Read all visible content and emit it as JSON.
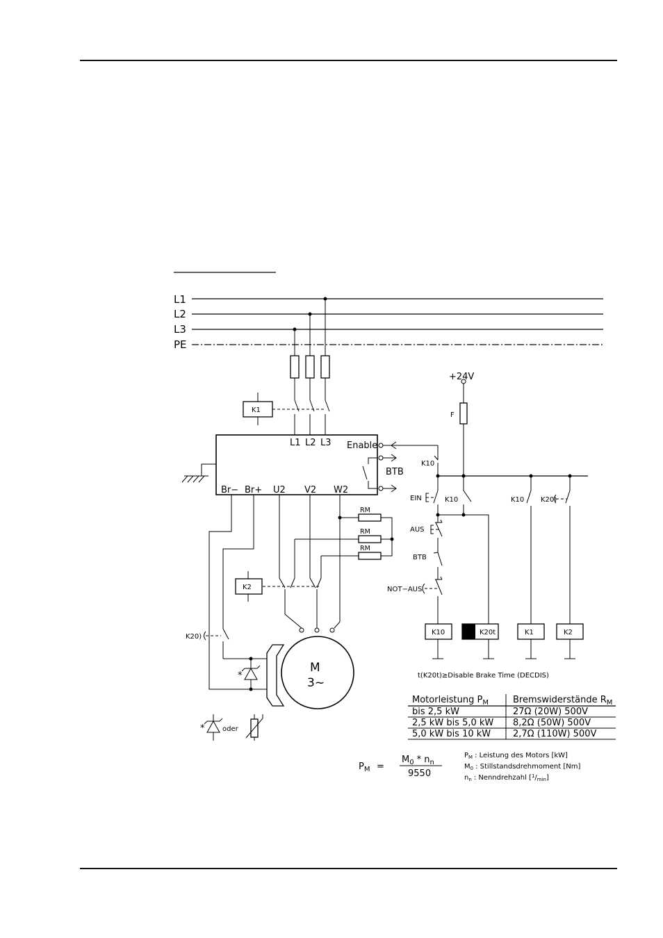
{
  "rails": {
    "l1": "L1",
    "l2": "L2",
    "l3": "L3",
    "pe": "PE"
  },
  "supply": {
    "voltage": "+24V",
    "fuse": "F"
  },
  "drive": {
    "l1": "L1",
    "l2": "L2",
    "l3": "L3",
    "enable": "Enable",
    "btb": "BTB",
    "br_minus": "Br−",
    "br_plus": "Br+",
    "u2": "U2",
    "v2": "V2",
    "w2": "W2"
  },
  "relays": {
    "k1": "K1",
    "k2": "K2",
    "k10": "K10",
    "k20t": "K20t",
    "k20": "K20)"
  },
  "resistors": {
    "rm1": "RM",
    "rm2": "RM",
    "rm3": "RM"
  },
  "control": {
    "k10_contact": "K10",
    "ein": "EIN",
    "k10_self": "K10",
    "aus": "AUS",
    "btb": "BTB",
    "not_aus": "NOT−AUS",
    "k10_right": "K10",
    "k20_right": "K20)",
    "k20_left": "K20)"
  },
  "motor": {
    "m": "M",
    "phase": "3~"
  },
  "diode_note": {
    "star": "*",
    "star2": "*",
    "oder": "oder"
  },
  "timing_note": "t(K20t)≥Disable Brake Time (DECDIS)",
  "table": {
    "headers": [
      "Motorleistung Pₘ",
      "Bremswiderstände Rₘ"
    ],
    "header_left": "Motorleistung P",
    "header_left_sub": "M",
    "header_right": "Bremswiderstände R",
    "header_right_sub": "M",
    "rows": [
      [
        "bis 2,5 kW",
        "27Ω (20W) 500V"
      ],
      [
        "2,5 kW bis 5,0 kW",
        "8,2Ω (50W) 500V"
      ],
      [
        "5,0 kW bis 10 kW",
        "2,7Ω (110W) 500V"
      ]
    ]
  },
  "formula": {
    "lhs": "P",
    "lhs_sub": "M",
    "eq": "=",
    "num_a": "M",
    "num_a_sub": "0",
    "num_op": "* n",
    "num_b_sub": "n",
    "den": "9550"
  },
  "legend": [
    {
      "sym": "P",
      "sub": "M",
      "text": ": Leistung des Motors [kW]"
    },
    {
      "sym": "M",
      "sub": "0",
      "text": ": Stillstandsdrehmoment [Nm]"
    },
    {
      "sym": "n",
      "sub": "n",
      "text": ": Nenndrehzahl [",
      "sup": "1",
      "tail": "/",
      "tail_sub": "min",
      "end": "]"
    }
  ]
}
